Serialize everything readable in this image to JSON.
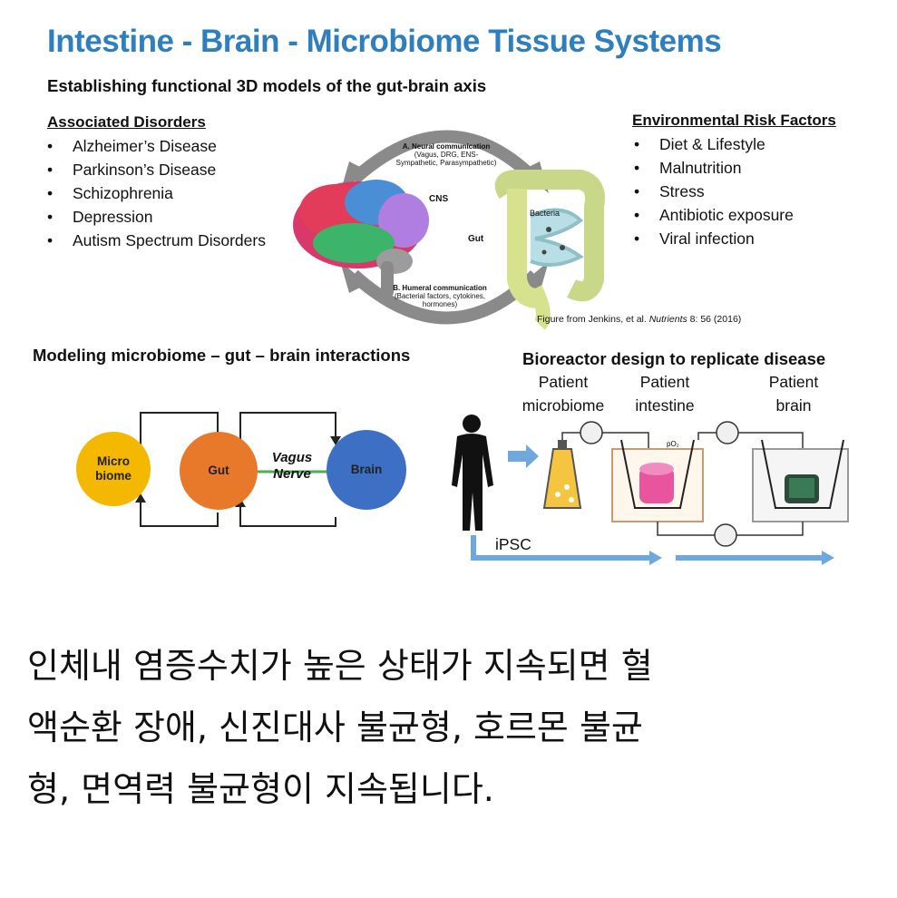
{
  "title": "Intestine - Brain - Microbiome Tissue Systems",
  "subtitle": "Establishing functional 3D models of the gut-brain axis",
  "disorders": {
    "heading": "Associated Disorders",
    "items": [
      "Alzheimer’s Disease",
      "Parkinson’s Disease",
      "Schizophrenia",
      "Depression",
      "Autism Spectrum Disorders"
    ]
  },
  "risk_factors": {
    "heading": "Environmental Risk Factors",
    "items": [
      "Diet & Lifestyle",
      "Malnutrition",
      "Stress",
      "Antibiotic exposure",
      "Viral infection"
    ]
  },
  "axis_figure": {
    "neural_title": "A. Neural communication",
    "neural_detail_1": "(Vagus, DRG, ENS-",
    "neural_detail_2": "Sympathetic, Parasympathetic)",
    "humoral_title": "B. Humeral communication",
    "humoral_detail_1": "(Bacterial factors, cytokines,",
    "humoral_detail_2": "hormones)",
    "cns_label": "CNS",
    "gut_label": "Gut",
    "bacteria_label": "Bacteria",
    "citation_prefix": "Figure from Jenkins, et al. ",
    "citation_journal": "Nutrients",
    "citation_suffix": " 8: 56 (2016)"
  },
  "modeling": {
    "heading": "Modeling microbiome – gut – brain interactions",
    "microbiome_line1": "Micro",
    "microbiome_line2": "biome",
    "gut": "Gut",
    "vagus_line1": "Vagus",
    "vagus_line2": "Nerve",
    "brain": "Brain"
  },
  "bioreactor": {
    "heading": "Bioreactor design to replicate disease",
    "patient_microbiome_1": "Patient",
    "patient_microbiome_2": "microbiome",
    "patient_intestine_1": "Patient",
    "patient_intestine_2": "intestine",
    "patient_brain_1": "Patient",
    "patient_brain_2": "brain",
    "o2_label": "pO₂",
    "ipsc_label": "iPSC"
  },
  "caption": {
    "line1": "인체내 염증수치가 높은 상태가 지속되면 혈",
    "line2": "액순환 장애, 신진대사 불균형, 호르몬 불균",
    "line3": "형, 면역력 불균형이 지속됩니다."
  },
  "colors": {
    "title": "#2f7fbf",
    "microbiome": "#f5b800",
    "gut": "#e8782a",
    "brain": "#3d6fc4",
    "vagus": "#4caf50",
    "flow_arrow": "#6fa8dc"
  }
}
